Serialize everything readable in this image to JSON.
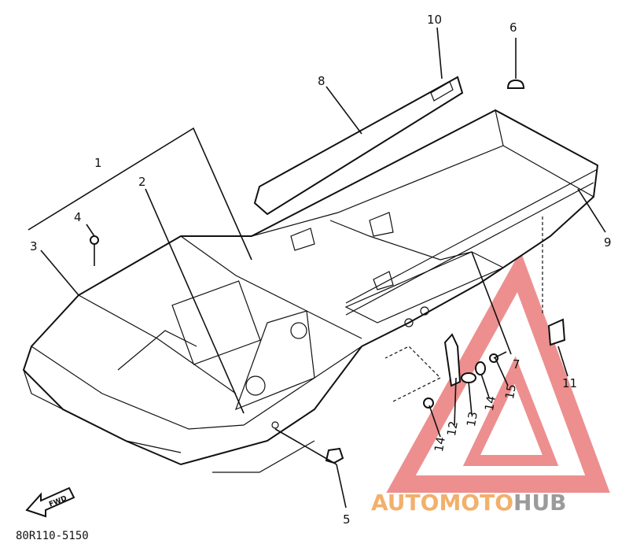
{
  "diagram": {
    "callouts": [
      "1",
      "2",
      "3",
      "4",
      "5",
      "6",
      "7",
      "8",
      "9",
      "10",
      "11",
      "12",
      "13",
      "14",
      "14",
      "15"
    ],
    "part_code": "80R110-5150",
    "fwd_label": "FWD"
  },
  "watermark": {
    "part1": "AUTOMOTO",
    "part2": "HUB",
    "colors": {
      "orange": "#f2b06b",
      "grey": "#9b9b9b",
      "red": "#e85a5a"
    }
  }
}
